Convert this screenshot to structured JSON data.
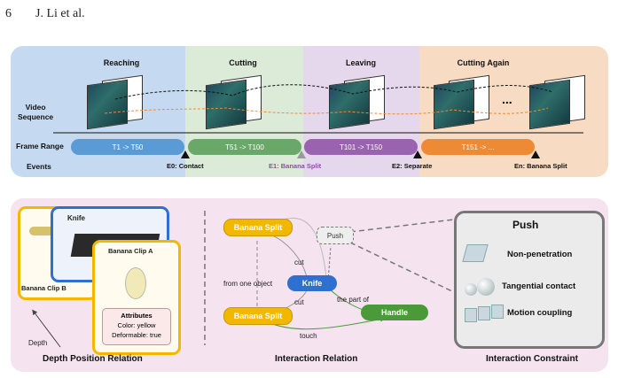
{
  "header": {
    "page_number": "6",
    "authors": "J. Li et al."
  },
  "top": {
    "phases": [
      "Reaching",
      "Cutting",
      "Leaving",
      "Cutting Again"
    ],
    "row_labels": {
      "video_line1": "Video",
      "video_line2": "Sequence",
      "frame_range": "Frame Range",
      "events": "Events"
    },
    "ellipsis": "...",
    "ranges": [
      "T1 -> T50",
      "T51 -> T100",
      "T101 -> T150",
      "T151 -> ..."
    ],
    "events": [
      "E0: Contact",
      "E1: Banana Split",
      "E2: Separate",
      "En: Banana Split"
    ]
  },
  "depth": {
    "cards": [
      "Knife",
      "Banana Clip A",
      "Banana Clip B"
    ],
    "attributes_title": "Attributes",
    "attr_color": "Color: yellow",
    "attr_deform": "Deformable: true",
    "axis_label": "Depth",
    "title": "Depth Position Relation"
  },
  "interaction": {
    "nodes": {
      "banana_top": "Banana Split",
      "banana_bottom": "Banana Split",
      "knife": "Knife",
      "handle": "Handle",
      "push": "Push"
    },
    "edges": {
      "cut_top": "cut",
      "cut_bottom": "cut",
      "from_one": "from one object",
      "part_of": "the part of",
      "touch": "touch"
    },
    "title": "Interaction Relation"
  },
  "constraint": {
    "box_title": "Push",
    "items": [
      "Non-penetration",
      "Tangential contact",
      "Motion coupling"
    ],
    "title": "Interaction Constraint"
  },
  "colors": {
    "reaching_bg": "#c5daf0",
    "cutting_bg": "#dcebd8",
    "leaving_bg": "#e6d8ec",
    "again_bg": "#f7dcc3",
    "pill_blue": "#5b9bd5",
    "pill_green": "#6aa86a",
    "pill_purple": "#9a63b0",
    "pill_orange": "#ee8a33",
    "banana_yellow": "#f2b800",
    "knife_blue": "#2f6fd0",
    "handle_green": "#4a9a3a",
    "bottom_bg": "#f5e3ef"
  }
}
